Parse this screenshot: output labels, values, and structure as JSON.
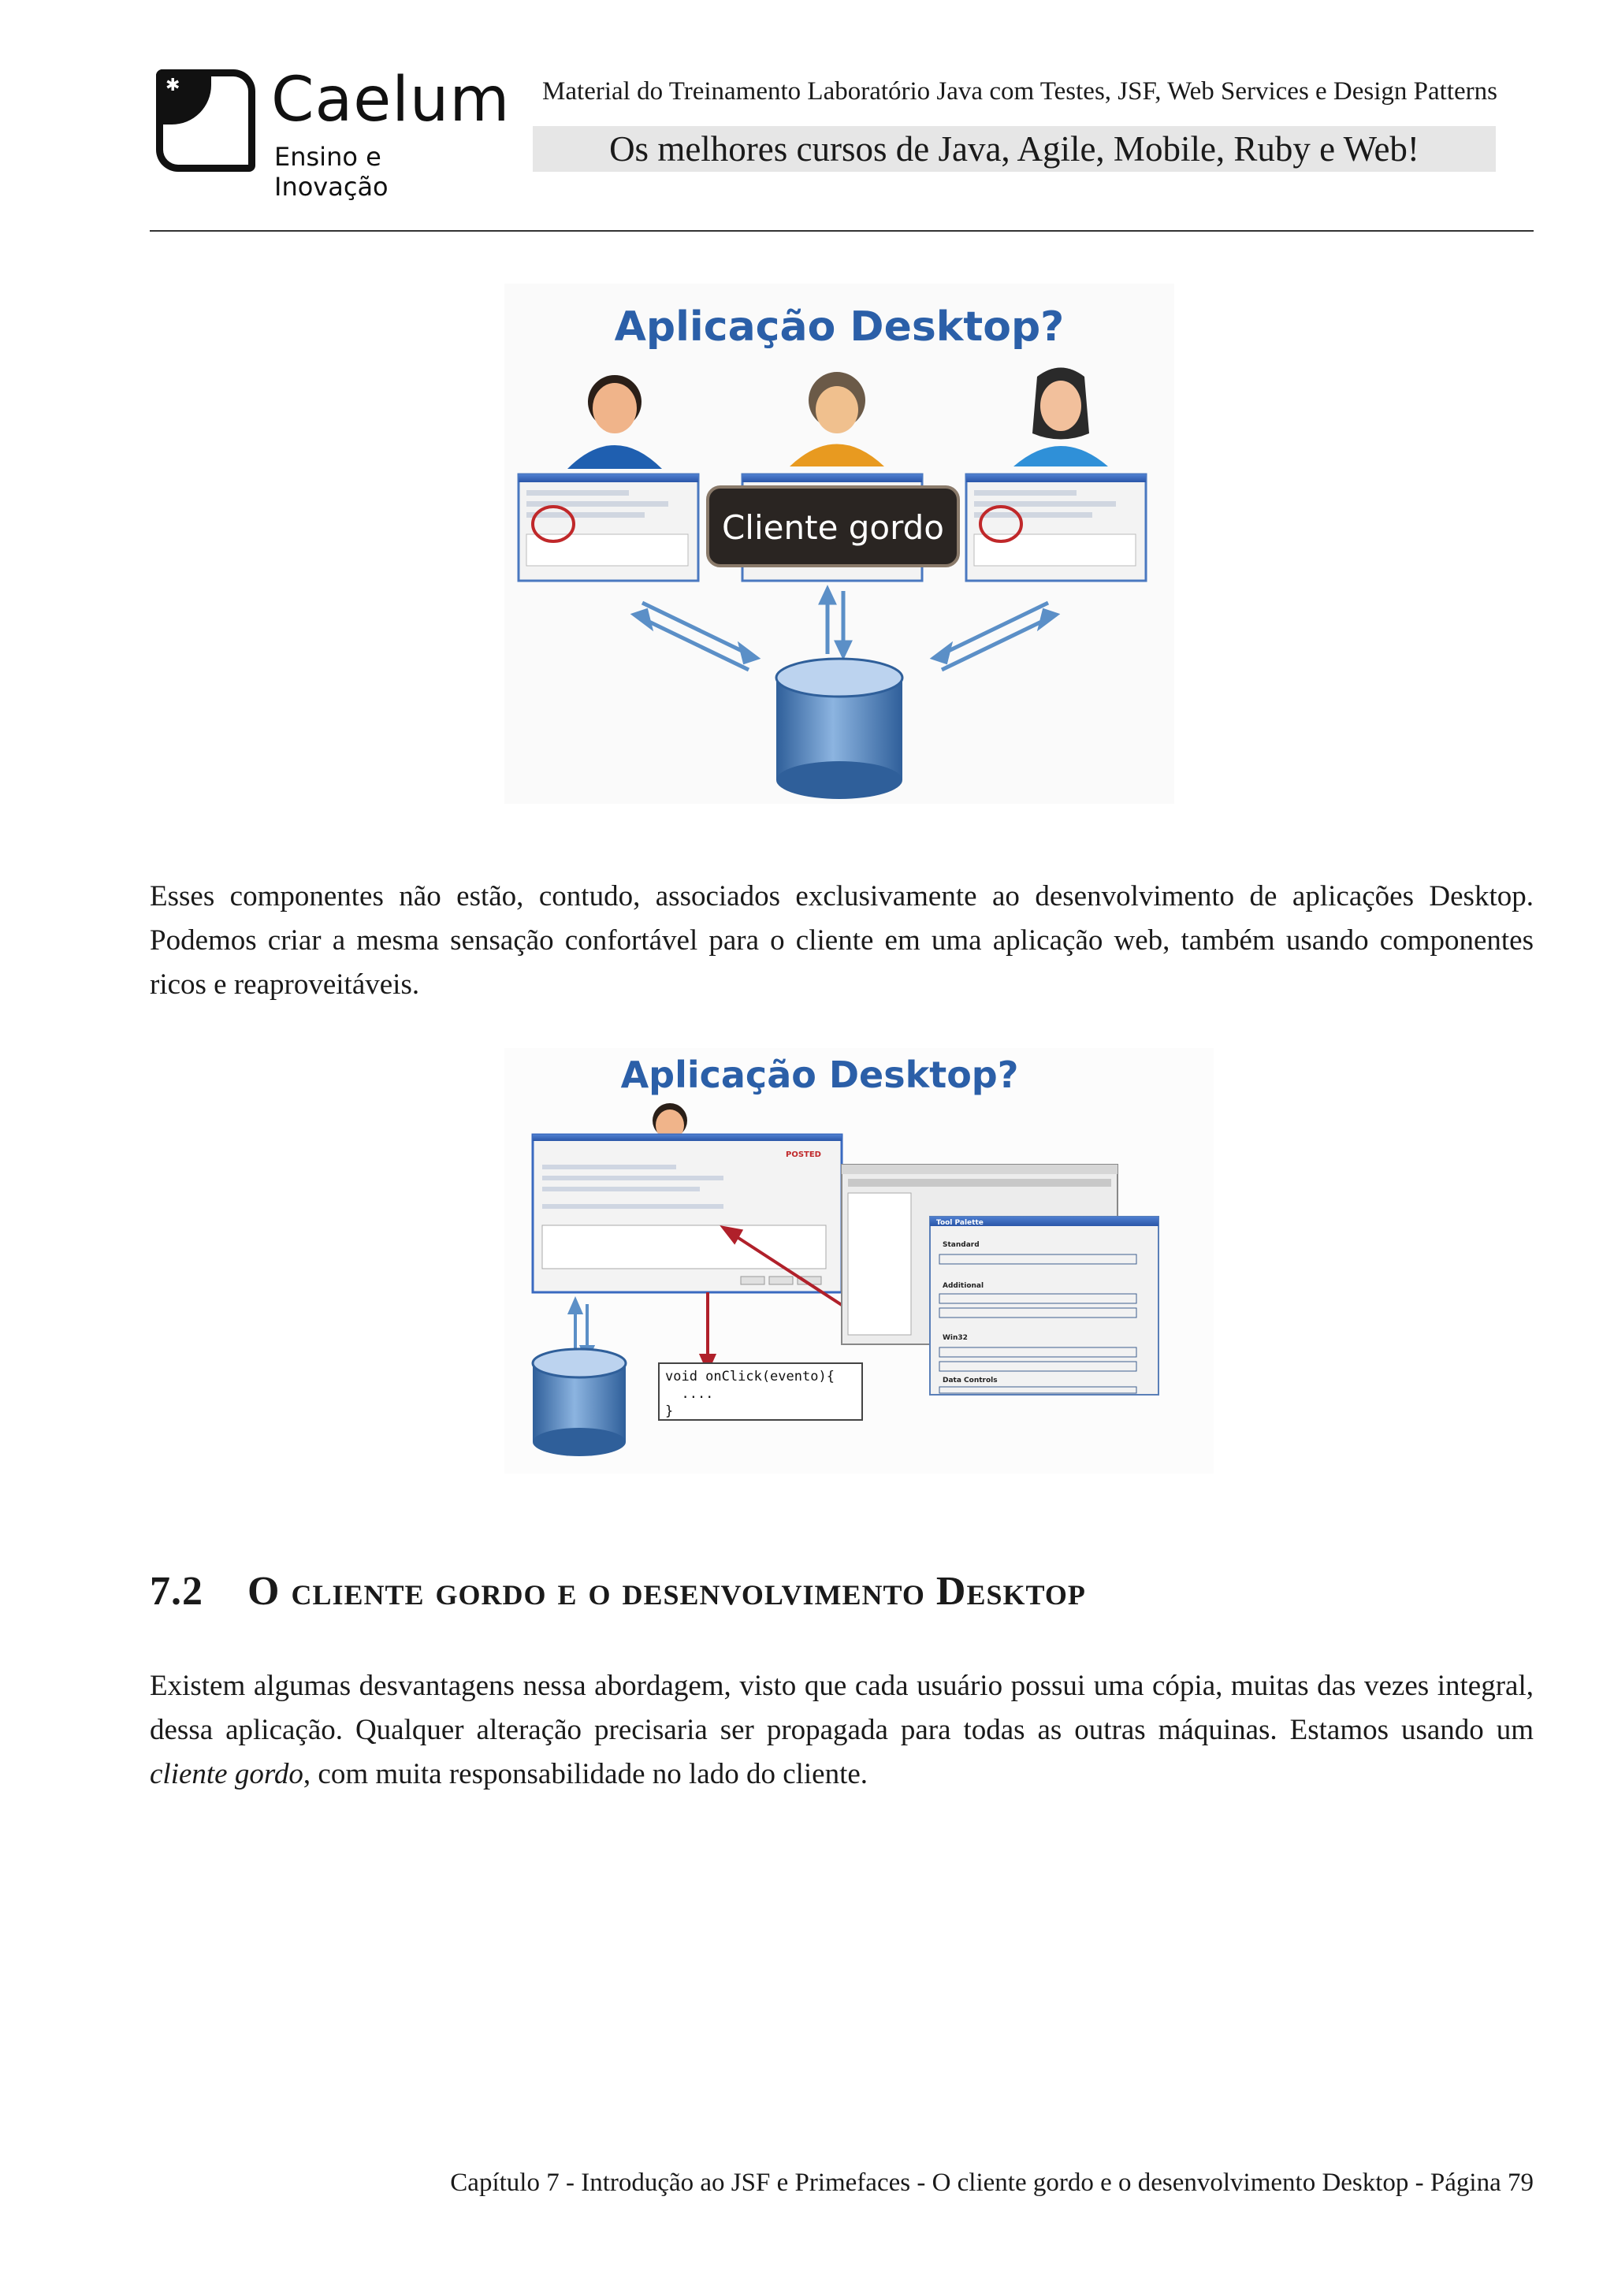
{
  "header": {
    "logo_name": "Caelum",
    "logo_tagline": "Ensino e Inovação",
    "top_line": "Material do Treinamento Laboratório Java com Testes, JSF, Web Services e Design Patterns",
    "band": "Os melhores cursos de Java, Agile, Mobile, Ruby e Web!"
  },
  "figure1": {
    "title": "Aplicação Desktop?",
    "overlay_label": "Cliente gordo"
  },
  "paragraph1": "Esses componentes não estão, contudo, associados exclusivamente ao desenvolvimento de aplicações Desktop. Podemos criar a mesma sensação confortável para o cliente em uma aplicação web, também usando componentes ricos e reaproveitáveis.",
  "figure2": {
    "title": "Aplicação Desktop?",
    "code_line1": "void onClick(evento){",
    "code_line2": "  ....",
    "code_line3": "}",
    "form_status": "POSTED",
    "palette_title": "Tool Palette",
    "palette_groups": [
      "Standard",
      "Additional",
      "Win32",
      "Data Controls"
    ]
  },
  "section": {
    "number": "7.2",
    "title": "O cliente gordo e o desenvolvimento Desktop"
  },
  "paragraph2": {
    "before": "Existem algumas desvantagens nessa abordagem, visto que cada usuário possui uma cópia, muitas das vezes integral, dessa aplicação. Qualquer alteração precisaria ser propagada para todas as outras máquinas. Estamos usando um ",
    "emphasis": "cliente gordo",
    "after": ", com muita responsabilidade no lado do cliente."
  },
  "footer": "Capítulo 7 - Introdução ao JSF e Primefaces - O cliente gordo e o desenvolvimento Desktop - Página 79",
  "colors": {
    "title_blue": "#2b5fa8",
    "arrow_blue": "#5b8fc7",
    "db_blue": "#4a7fbf",
    "overlay_dark": "#2a2522",
    "connector_red": "#b0202a"
  }
}
